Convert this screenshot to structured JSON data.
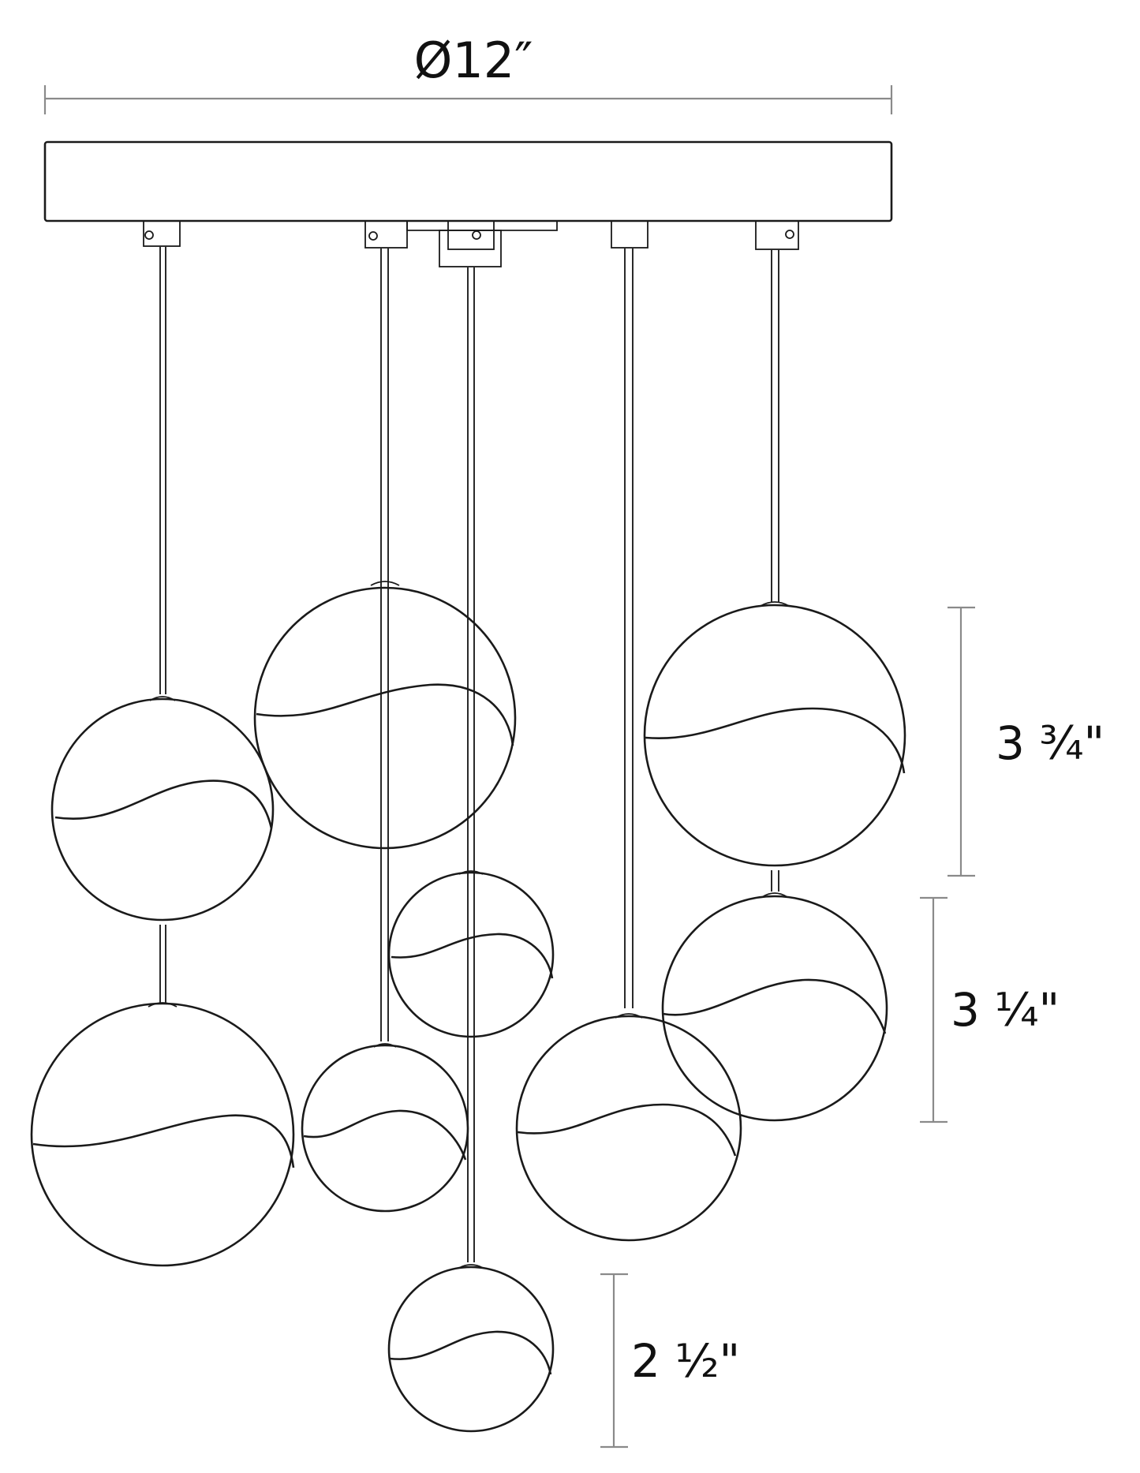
{
  "dimensions": {
    "canopy_diameter": "Ø12″",
    "large_globe": "3 ¾\"",
    "medium_globe": "3 ¼\"",
    "small_globe": "2 ½\""
  },
  "colors": {
    "line": "#1a1a1a",
    "dimension_line": "#8a8a8a",
    "background": "#ffffff"
  }
}
